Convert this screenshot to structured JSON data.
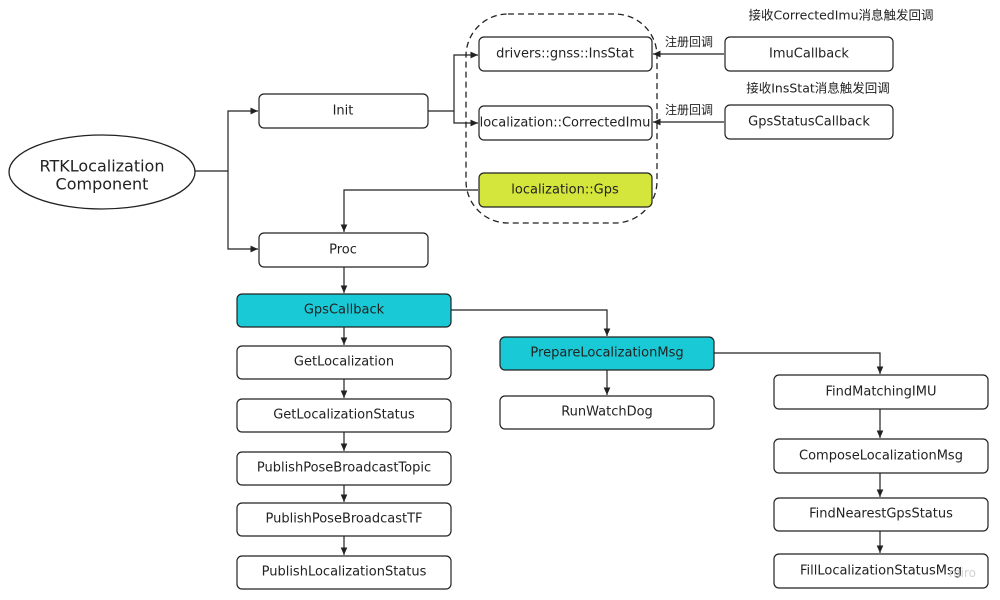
{
  "root": {
    "line1": "RTKLocalization",
    "line2": "Component"
  },
  "nodes": {
    "init": "Init",
    "proc": "Proc",
    "ins_stat": "drivers::gnss::InsStat",
    "corrected_imu": "localization::CorrectedImu",
    "gps": "localization::Gps",
    "imu_callback": "ImuCallback",
    "gps_status_callback": "GpsStatusCallback",
    "gps_callback": "GpsCallback",
    "get_localization": "GetLocalization",
    "get_localization_status": "GetLocalizationStatus",
    "publish_pose_broadcast_topic": "PublishPoseBroadcastTopic",
    "publish_pose_broadcast_tf": "PublishPoseBroadcastTF",
    "publish_localization_status": "PublishLocalizationStatus",
    "prepare_localization_msg": "PrepareLocalizationMsg",
    "run_watch_dog": "RunWatchDog",
    "find_matching_imu": "FindMatchingIMU",
    "compose_localization_msg": "ComposeLocalizationMsg",
    "find_nearest_gps_status": "FindNearestGpsStatus",
    "fill_localization_status_msg": "FillLocalizationStatusMsg"
  },
  "notes": {
    "corrected_imu_trigger": "接收CorrectedImu消息触发回调",
    "ins_stat_trigger": "接收InsStat消息触发回调"
  },
  "edge_labels": {
    "register_imu": "注册回调",
    "register_ins": "注册回调"
  },
  "watermark": "miro",
  "colors": {
    "highlight_yellow": "#d4e63b",
    "highlight_cyan": "#1ac9d6",
    "border": "#222222"
  }
}
